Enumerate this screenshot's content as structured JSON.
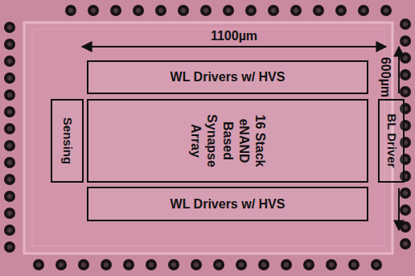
{
  "diagram": {
    "nodes": [
      {
        "text": [
          "WL Drivers w/ HVS"
        ]
      },
      {
        "text": [
          "Sensing"
        ]
      },
      {
        "text": [
          "16 Stack eNAND Based Synapse Array"
        ]
      },
      {
        "text": [
          "BL Driver"
        ]
      },
      {
        "text": [
          "WL Drivers w/ HVS"
        ]
      }
    ],
    "labels": [
      "1100µm",
      "600µm"
    ]
  }
}
